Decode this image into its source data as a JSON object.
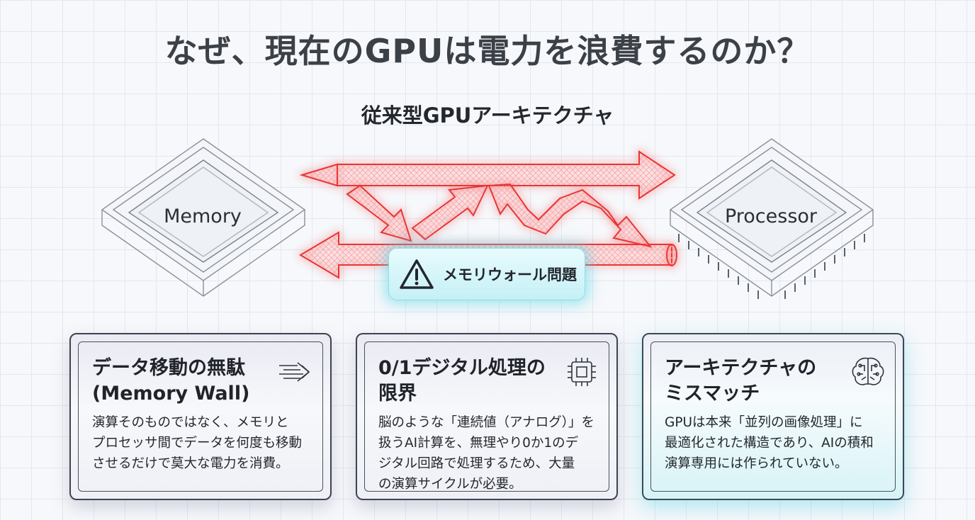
{
  "title": "なぜ、現在のGPUは電力を浪費するのか？",
  "subtitle": "従来型GPUアーキテクチャ",
  "diagram": {
    "memory_label": "Memory",
    "processor_label": "Processor",
    "warning_label": "メモリウォール問題",
    "arrow_color": "#ef3b3b",
    "glow_color": "#5fd6e6"
  },
  "cards": [
    {
      "title": "データ移動の無駄\n(Memory Wall)",
      "body": "演算そのものではなく、メモリと\nプロセッサ間でデータを何度も移動\nさせるだけで莫大な電力を消費。",
      "icon": "fast-forward-arrows-icon"
    },
    {
      "title": "0/1デジタル処理の\n限界",
      "body": "脳のような「連続値（アナログ）」を\n扱うAI計算を、無理やり0か1のデ\nジタル回路で処理するため、大量\nの演算サイクルが必要。",
      "icon": "cpu-chip-icon"
    },
    {
      "title": "アーキテクチャの\nミスマッチ",
      "body": "GPUは本来「並列の画像処理」に\n最適化された構造であり、AIの積和\n演算専用には作られていない。",
      "icon": "brain-circuit-icon"
    }
  ]
}
